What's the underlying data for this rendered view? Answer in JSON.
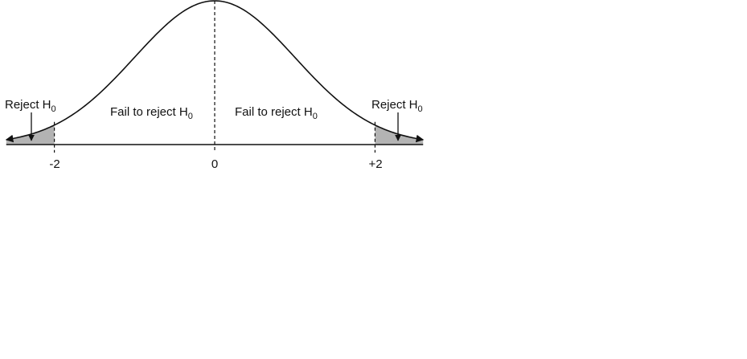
{
  "diagram": {
    "type": "normal-distribution-hypothesis-test",
    "regions": {
      "left_reject": {
        "label": "Reject H",
        "subscript": "0"
      },
      "center_left": {
        "label": "Fail to reject H",
        "subscript": "0"
      },
      "center_right": {
        "label": "Fail to reject H",
        "subscript": "0"
      },
      "right_reject": {
        "label": "Reject H",
        "subscript": "0"
      }
    },
    "ticks": {
      "left": {
        "value": -2,
        "label": "-2"
      },
      "center": {
        "value": 0,
        "label": "0"
      },
      "right": {
        "value": 2,
        "label": "+2"
      }
    },
    "domain": [
      -2.6,
      2.6
    ],
    "colors": {
      "line": "#111111",
      "shade": "#b3b3b3"
    }
  }
}
